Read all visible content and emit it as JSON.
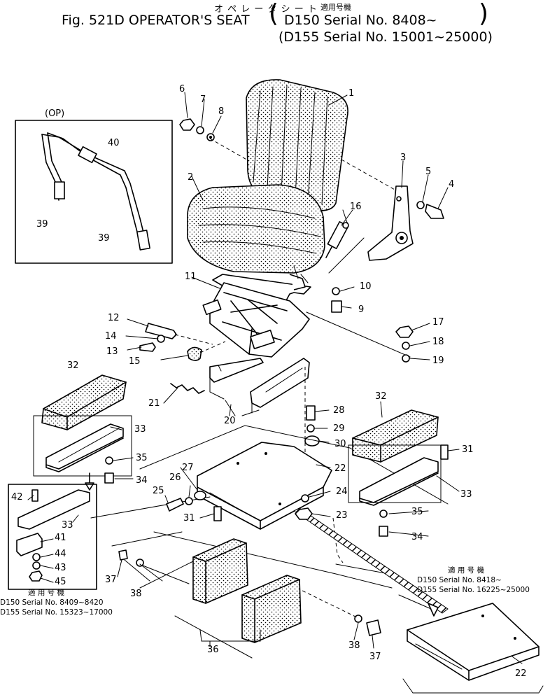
{
  "header": {
    "jp_title": "オ ペ レ ー タ シ ー ト",
    "jp_applicable": "適用号機",
    "title": "Fig. 521D  OPERATOR'S SEAT",
    "serial_1": "D150  Serial  No.  8408~",
    "serial_2": "(D155  Serial  No.  15001~25000)",
    "paren_open": "(",
    "paren_close": ")"
  },
  "option_label": "(OP)",
  "part_numbers": {
    "p1": "1",
    "p2": "2",
    "p3": "3",
    "p4": "4",
    "p5": "5",
    "p6": "6",
    "p7": "7",
    "p8": "8",
    "p9": "9",
    "p10": "10",
    "p11": "11",
    "p12": "12",
    "p13": "13",
    "p14": "14",
    "p15": "15",
    "p16": "16",
    "p17": "17",
    "p18": "18",
    "p19": "19",
    "p20": "20",
    "p21": "21",
    "p22": "22",
    "p23": "23",
    "p24": "24",
    "p25": "25",
    "p26": "26",
    "p27": "27",
    "p28": "28",
    "p29": "29",
    "p30": "30",
    "p31": "31",
    "p32": "32",
    "p33": "33",
    "p34": "34",
    "p35": "35",
    "p36": "36",
    "p37": "37",
    "p38": "38",
    "p39": "39",
    "p40": "40",
    "p41": "41",
    "p42": "42",
    "p43": "43",
    "p44": "44",
    "p45": "45"
  },
  "notes": {
    "left": {
      "heading": "適 用 号 機",
      "line1": "D150   Serial  No.  8409~8420",
      "line2": "D155   Serial  No.  15323~17000"
    },
    "right": {
      "heading": "適 用 号 機",
      "line1": "D150   Serial  No.  8418~",
      "line2": "D155   Serial  No.  16225~25000"
    }
  }
}
